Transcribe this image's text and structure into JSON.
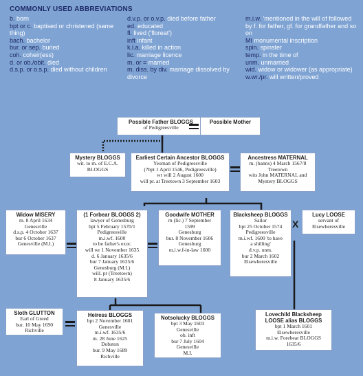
{
  "abbreviations": {
    "title": "COMMONLY USED ABBREVIATIONS",
    "col1": [
      {
        "k": "b.",
        "v": " born"
      },
      {
        "k": "bpt or c.",
        "v": " baptised or christened (same thing)"
      },
      {
        "k": "bach.",
        "v": " bachelor"
      },
      {
        "k": "bur. or sep.",
        "v": " buried"
      },
      {
        "k": "coh.",
        "v": " coheir(ess)"
      },
      {
        "k": "d. or ob./obit.",
        "v": " died"
      },
      {
        "k": "d.s.p. or o.s.p.",
        "v": " died without children"
      }
    ],
    "col2": [
      {
        "k": "d.v.p. or o.v.p.",
        "v": " died before father"
      },
      {
        "k": "ed.",
        "v": " educated"
      },
      {
        "k": "fl.",
        "v": " lived ('floreat')"
      },
      {
        "k": "inft",
        "v": " infant"
      },
      {
        "k": "k.i.a.",
        "v": " killed in action"
      },
      {
        "k": "lic.",
        "v": " marriage licence"
      },
      {
        "k": "m. or =",
        "v": " married"
      },
      {
        "k": "m. diss. by div.",
        "v": " marriage dissolved by divorce"
      }
    ],
    "col3": [
      {
        "k": "m.i.w.",
        "v": " 'mentioned in the will of followed by f. for father, gf. for grandfather and so on"
      },
      {
        "k": "MI",
        "v": " monumental inscription"
      },
      {
        "k": "spin.",
        "v": " spinster"
      },
      {
        "k": "temp.",
        "v": " in the time of"
      },
      {
        "k": "unm.",
        "v": " unmarried"
      },
      {
        "k": "wid.",
        "v": " widow or widower (as appropriate)"
      },
      {
        "k": "w.wr./pr.",
        "v": " will written/proved"
      }
    ]
  },
  "tree": {
    "possible_father": {
      "name": "Possible Father BLOGGS",
      "lines": [
        "of Pedigreesville"
      ]
    },
    "possible_mother": {
      "name": "Possible Mother",
      "lines": []
    },
    "mystery": {
      "name": "Mystery BLOGGS",
      "lines": [
        "wit. to m. of E.C.A.",
        "BLOGGS"
      ]
    },
    "earliest": {
      "name": "Earliest Certain Ancestor BLOGGS",
      "lines": [
        "Yeoman of Pedigreesville",
        "(?bpt 1 April 1546, Pedigreesville)",
        "wr will 2 August 1600",
        "will pr. at Treetown 3 September 1603"
      ]
    },
    "ancestress": {
      "name": "Ancestress MATERNAL",
      "lines": [
        "m. (banns) 4 March 1567/8",
        "Treetown",
        "wits John MATERNAL and",
        "Mystery BLOGGS"
      ]
    },
    "widow": {
      "name": "Widow MISERY",
      "lines": [
        "m. 8 April 1634",
        "Genesville",
        "d.s.p. 4 October 1637",
        "bur 6 October 1637",
        "Genesville (M.I.)"
      ]
    },
    "forbear": {
      "name": "(1 Forbear BLOGGS 2)",
      "lines": [
        "lawyer of Genesburg",
        "bpt 5 February 1570/1",
        "Pedigreesville",
        "m.i.wf. 1600",
        "to be father's exor.",
        "will wr 1 November 1635",
        "d. 6 January 1635/6",
        "bur 7 January 1635/6",
        "Genesburg (M.I.)",
        "will. pr (Treetown)",
        "8 January 1635/6"
      ]
    },
    "goodwife": {
      "name": "Goodwife MOTHER",
      "lines": [
        "m (lic.) 7 September",
        "1599",
        "Genesburg",
        "bur. 8 November 1606",
        "Genesburg",
        "m.i.w.f-in-law 1600"
      ]
    },
    "blacksheep": {
      "name": "Blacksheep BLOGGS",
      "lines": [
        "Sailor",
        "bpt 25 October 1574",
        "Pedigreesville",
        "m.i.wf. 1600 'to have",
        "a shilling'",
        "d.v.p. unm.",
        "bur 2 March 1602",
        "Elsewheresville"
      ]
    },
    "lucy": {
      "name": "Lucy LOOSE",
      "lines": [
        "servant of",
        "Elsewheresville"
      ]
    },
    "sloth": {
      "name": "Sloth GLUTTON",
      "lines": [
        "Earl of Greed",
        "bur. 10 May 1690",
        "Richville"
      ]
    },
    "heiress": {
      "name": "Heiress BLOGGS",
      "lines": [
        "bpt 2 November 1601",
        "Genesville",
        "m.i.wf. 1635/6",
        "m. 28 June 1625",
        "Dobston",
        "bur. 9 May 1689",
        "Richville"
      ]
    },
    "notso": {
      "name": "Notsolucky BLOGGS",
      "lines": [
        "bpt 3 May 1603",
        "Genesville",
        "ob. inft",
        "bur 7 July 1604",
        "Genesville",
        "M.I."
      ]
    },
    "lovechild": {
      "name": "Lovechild Blacksheep LOOSE alias BLOGGS",
      "lines": [
        "bpt 1 March 1601",
        "Elsewheresville",
        "m.i.w. Forebear BLOGGS",
        "1635/6"
      ]
    },
    "x_mark": "X"
  }
}
